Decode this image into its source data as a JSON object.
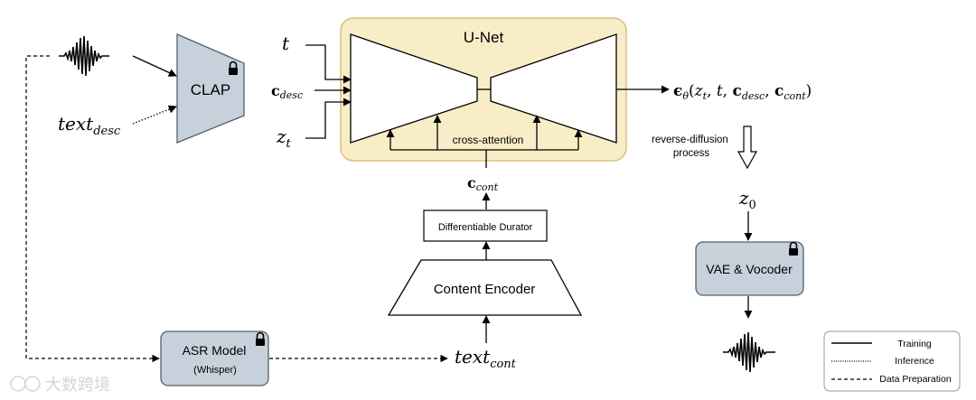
{
  "unet": {
    "title": "U-Net",
    "cross_attention_label": "cross-attention"
  },
  "clap": {
    "label": "CLAP",
    "lock_icon": "lock-icon"
  },
  "inputs": {
    "t": "t",
    "z_t_base": "z",
    "z_t_sub": "t",
    "c_desc_base": "c",
    "c_desc_sub": "desc",
    "text_desc_base": "text",
    "text_desc_sub": "desc"
  },
  "output": {
    "epsilon": "ϵ",
    "theta": "θ",
    "args_open": "(",
    "z": "z",
    "z_sub": "t",
    "sep1": ", ",
    "t": "t",
    "sep2": ", ",
    "c1": "c",
    "c1_sub": "desc",
    "sep3": ", ",
    "c2": "c",
    "c2_sub": "cont",
    "args_close": ")"
  },
  "reverse_diffusion": {
    "line1": "reverse-diffusion",
    "line2": "process"
  },
  "z0": {
    "base": "z",
    "sub": "0"
  },
  "vae": {
    "label": "VAE & Vocoder"
  },
  "c_cont": {
    "base": "c",
    "sub": "cont"
  },
  "durator": {
    "label": "Differentiable Durator"
  },
  "content_encoder": {
    "label": "Content Encoder"
  },
  "asr": {
    "label": "ASR Model",
    "sublabel": "(Whisper)"
  },
  "text_cont": {
    "base": "text",
    "sub": "cont"
  },
  "legend": {
    "training": "Training",
    "inference": "Inference",
    "data_preparation": "Data Preparation"
  },
  "watermark": {
    "text": "大数跨境"
  },
  "colors": {
    "unet_fill": "#f9edc7",
    "unet_stroke": "#d8c07a",
    "box_fill": "#c6d1db",
    "box_stroke": "#55606a",
    "line": "#000000"
  }
}
